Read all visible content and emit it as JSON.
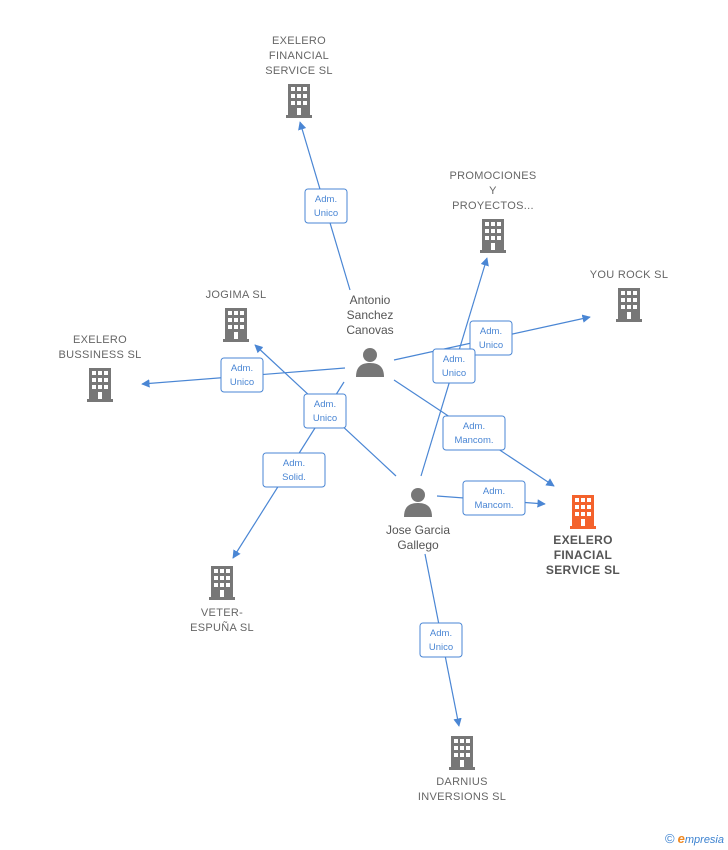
{
  "colors": {
    "edge": "#4a86d4",
    "company": "#777777",
    "company_main": "#f4622c",
    "person": "#777777"
  },
  "nodes": [
    {
      "id": "exelero-financial-top",
      "kind": "company",
      "lines": [
        "EXELERO",
        "FINANCIAL",
        "SERVICE  SL"
      ]
    },
    {
      "id": "promociones",
      "kind": "company",
      "lines": [
        "PROMOCIONES",
        "Y",
        "PROYECTOS..."
      ]
    },
    {
      "id": "you-rock",
      "kind": "company",
      "lines": [
        "YOU ROCK SL"
      ]
    },
    {
      "id": "jogima",
      "kind": "company",
      "lines": [
        "JOGIMA  SL"
      ]
    },
    {
      "id": "exelero-bussiness",
      "kind": "company",
      "lines": [
        "EXELERO",
        "BUSSINESS  SL"
      ]
    },
    {
      "id": "exelero-finacial-main",
      "kind": "company-main",
      "lines": [
        "EXELERO",
        "FINACIAL",
        "SERVICE  SL"
      ]
    },
    {
      "id": "veter",
      "kind": "company",
      "lines": [
        "VETER-",
        "ESPUÑA  SL"
      ]
    },
    {
      "id": "darnius",
      "kind": "company",
      "lines": [
        "DARNIUS",
        "INVERSIONS SL"
      ]
    },
    {
      "id": "antonio",
      "kind": "person",
      "lines": [
        "Antonio",
        "Sanchez",
        "Canovas"
      ]
    },
    {
      "id": "jose",
      "kind": "person",
      "lines": [
        "Jose Garcia",
        "Gallego"
      ]
    }
  ],
  "edges": [
    {
      "from": "antonio",
      "to": "exelero-financial-top",
      "lines": [
        "Adm.",
        "Unico"
      ]
    },
    {
      "from": "antonio",
      "to": "you-rock",
      "lines": [
        "Adm.",
        "Unico"
      ]
    },
    {
      "from": "antonio",
      "to": "exelero-bussiness",
      "lines": [
        "Adm.",
        "Unico"
      ]
    },
    {
      "from": "antonio",
      "to": "exelero-finacial-main",
      "lines": [
        "Adm.",
        "Mancom."
      ]
    },
    {
      "from": "antonio",
      "to": "veter",
      "lines": [
        "Adm.",
        "Solid."
      ]
    },
    {
      "from": "jose",
      "to": "jogima",
      "lines": [
        "Adm.",
        "Unico"
      ]
    },
    {
      "from": "jose",
      "to": "promociones",
      "lines": [
        "Adm.",
        "Unico"
      ]
    },
    {
      "from": "jose",
      "to": "exelero-finacial-main",
      "lines": [
        "Adm.",
        "Mancom."
      ]
    },
    {
      "from": "jose",
      "to": "darnius",
      "lines": [
        "Adm.",
        "Unico"
      ]
    }
  ],
  "footer": {
    "copyright": "©",
    "brand_initial": "e",
    "brand_rest": "mpresia"
  }
}
